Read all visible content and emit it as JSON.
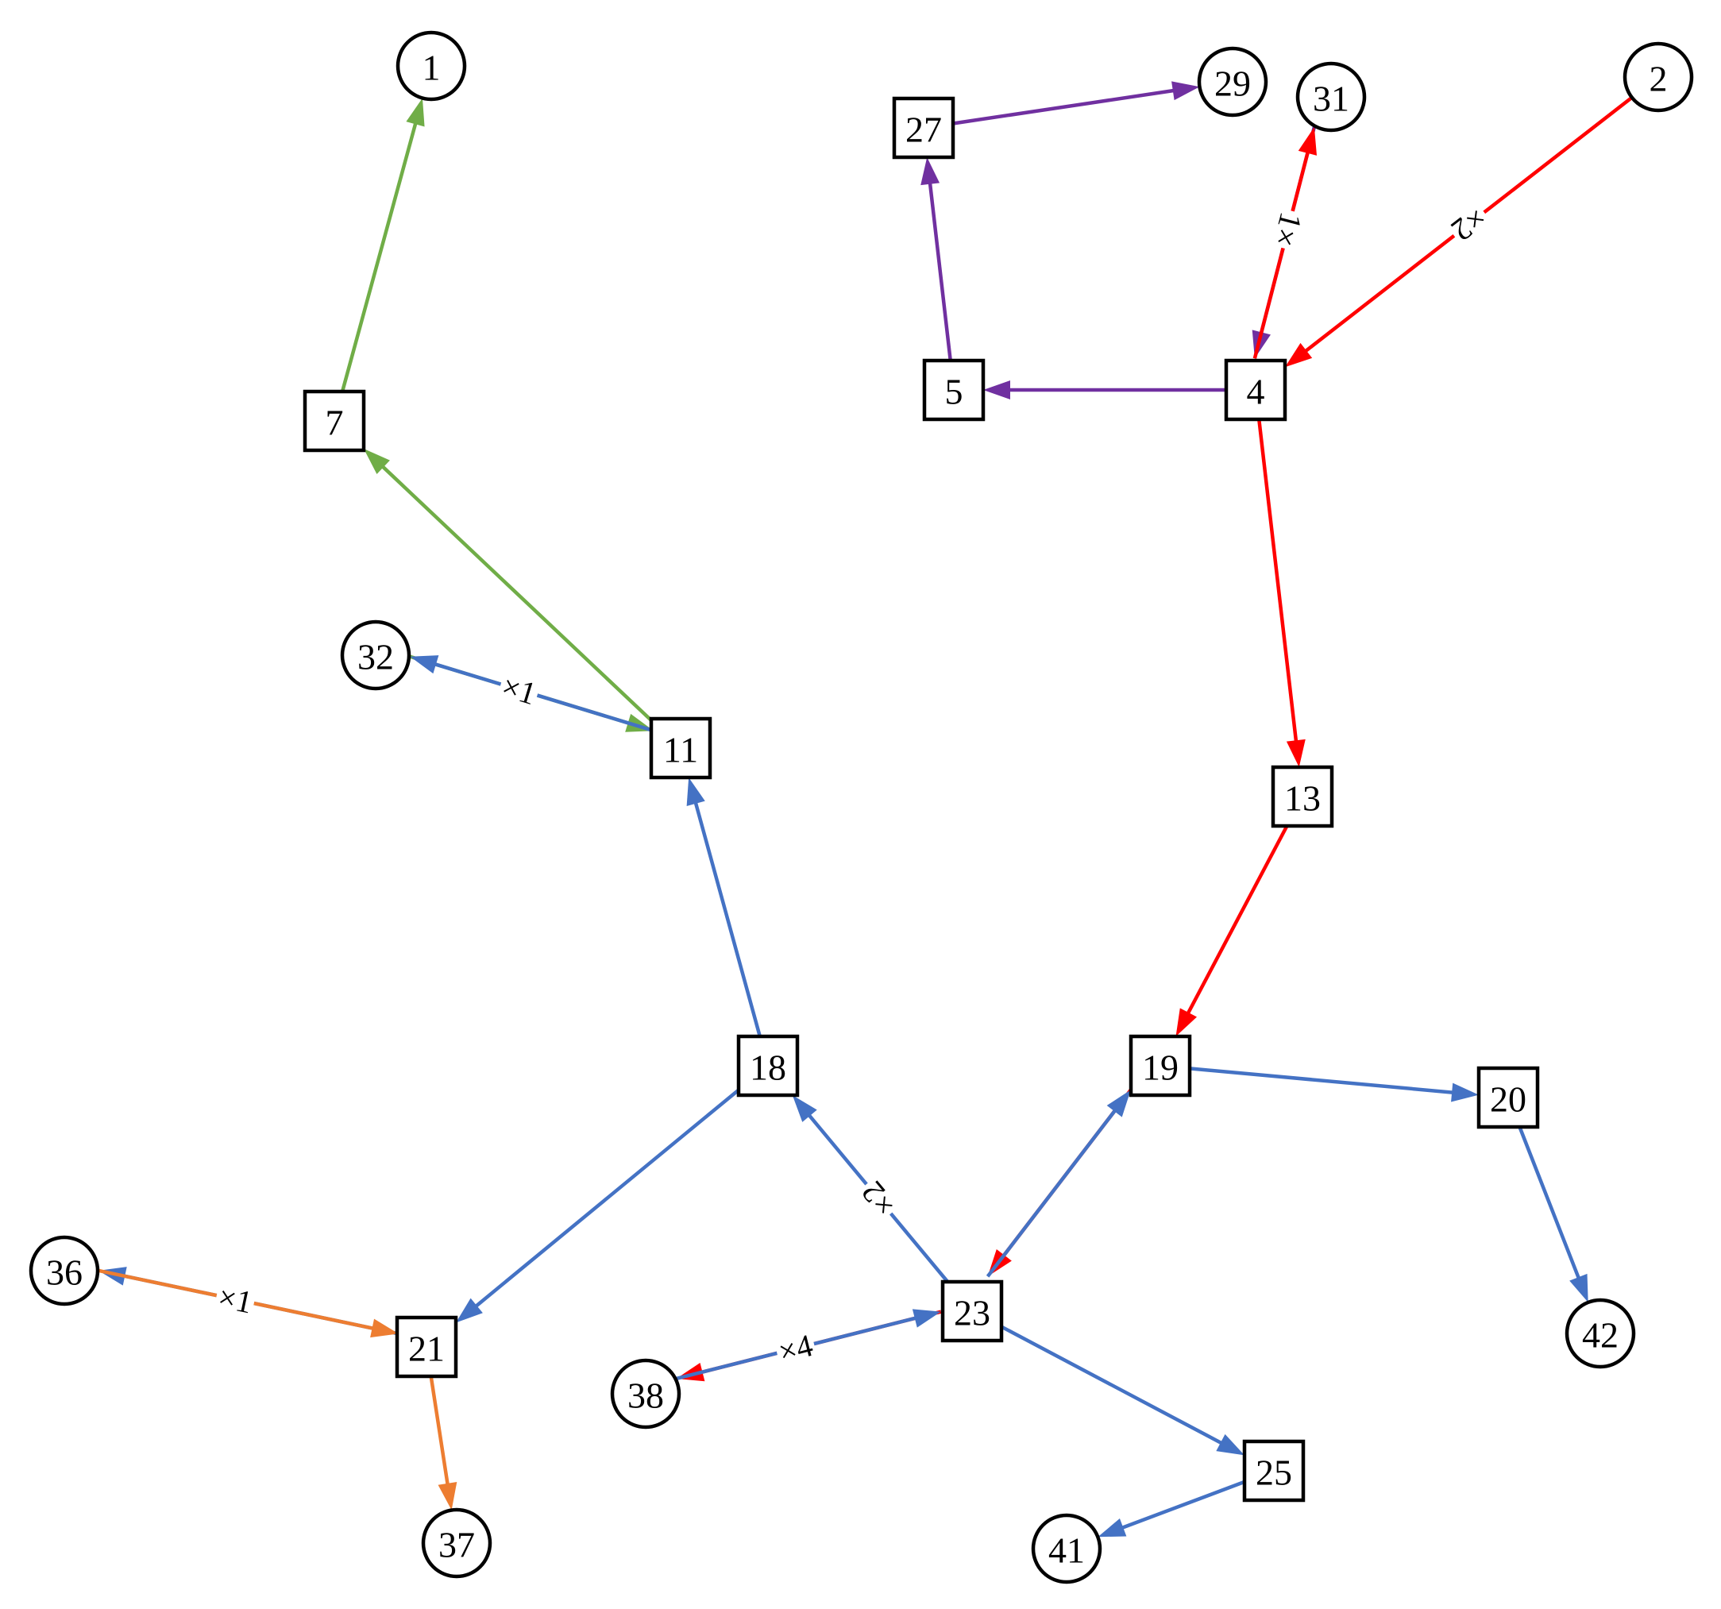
{
  "colors": {
    "green": "#70ad47",
    "purple": "#7030a0",
    "red": "#ff0000",
    "blue": "#4472c4",
    "orange": "#ed7d31",
    "node_stroke": "#000000"
  },
  "nodes": [
    {
      "id": "n1",
      "label": "1",
      "shape": "circle"
    },
    {
      "id": "n2",
      "label": "2",
      "shape": "circle"
    },
    {
      "id": "n4",
      "label": "4",
      "shape": "square"
    },
    {
      "id": "n5",
      "label": "5",
      "shape": "square"
    },
    {
      "id": "n7",
      "label": "7",
      "shape": "square"
    },
    {
      "id": "n11",
      "label": "11",
      "shape": "square"
    },
    {
      "id": "n13",
      "label": "13",
      "shape": "square"
    },
    {
      "id": "n18",
      "label": "18",
      "shape": "square"
    },
    {
      "id": "n19",
      "label": "19",
      "shape": "square"
    },
    {
      "id": "n20",
      "label": "20",
      "shape": "square"
    },
    {
      "id": "n21",
      "label": "21",
      "shape": "square"
    },
    {
      "id": "n23",
      "label": "23",
      "shape": "square"
    },
    {
      "id": "n25",
      "label": "25",
      "shape": "square"
    },
    {
      "id": "n27",
      "label": "27",
      "shape": "square"
    },
    {
      "id": "n29",
      "label": "29",
      "shape": "circle"
    },
    {
      "id": "n31",
      "label": "31",
      "shape": "circle"
    },
    {
      "id": "n32",
      "label": "32",
      "shape": "circle"
    },
    {
      "id": "n36",
      "label": "36",
      "shape": "circle"
    },
    {
      "id": "n37",
      "label": "37",
      "shape": "circle"
    },
    {
      "id": "n38",
      "label": "38",
      "shape": "circle"
    },
    {
      "id": "n41",
      "label": "41",
      "shape": "circle"
    },
    {
      "id": "n42",
      "label": "42",
      "shape": "circle"
    }
  ],
  "edges": [
    {
      "from": "n7",
      "to": "n1",
      "color": "green"
    },
    {
      "from": "n11",
      "to": "n7",
      "color": "green"
    },
    {
      "from": "n32",
      "to": "n11",
      "color": "green",
      "label": "×1"
    },
    {
      "from": "n11",
      "to": "n32",
      "color": "blue"
    },
    {
      "from": "n27",
      "to": "n29",
      "color": "purple"
    },
    {
      "from": "n5",
      "to": "n27",
      "color": "purple"
    },
    {
      "from": "n4",
      "to": "n5",
      "color": "purple"
    },
    {
      "from": "n31",
      "to": "n4",
      "color": "purple",
      "label": "1×"
    },
    {
      "from": "n4",
      "to": "n31",
      "color": "red"
    },
    {
      "from": "n2",
      "to": "n4",
      "color": "red",
      "label": "×2"
    },
    {
      "from": "n4",
      "to": "n13",
      "color": "red"
    },
    {
      "from": "n13",
      "to": "n19",
      "color": "red"
    },
    {
      "from": "n19",
      "to": "n23",
      "color": "red"
    },
    {
      "from": "n23",
      "to": "n38",
      "color": "red"
    },
    {
      "from": "n18",
      "to": "n11",
      "color": "blue"
    },
    {
      "from": "n18",
      "to": "n21",
      "color": "blue"
    },
    {
      "from": "n23",
      "to": "n18",
      "color": "blue",
      "label": "×2"
    },
    {
      "from": "n23",
      "to": "n19",
      "color": "blue"
    },
    {
      "from": "n19",
      "to": "n20",
      "color": "blue"
    },
    {
      "from": "n20",
      "to": "n42",
      "color": "blue"
    },
    {
      "from": "n38",
      "to": "n23",
      "color": "blue",
      "label": "×4"
    },
    {
      "from": "n23",
      "to": "n25",
      "color": "blue"
    },
    {
      "from": "n25",
      "to": "n41",
      "color": "blue"
    },
    {
      "from": "n21",
      "to": "n36",
      "color": "blue"
    },
    {
      "from": "n36",
      "to": "n21",
      "color": "orange",
      "label": "×1"
    },
    {
      "from": "n21",
      "to": "n37",
      "color": "orange"
    }
  ]
}
